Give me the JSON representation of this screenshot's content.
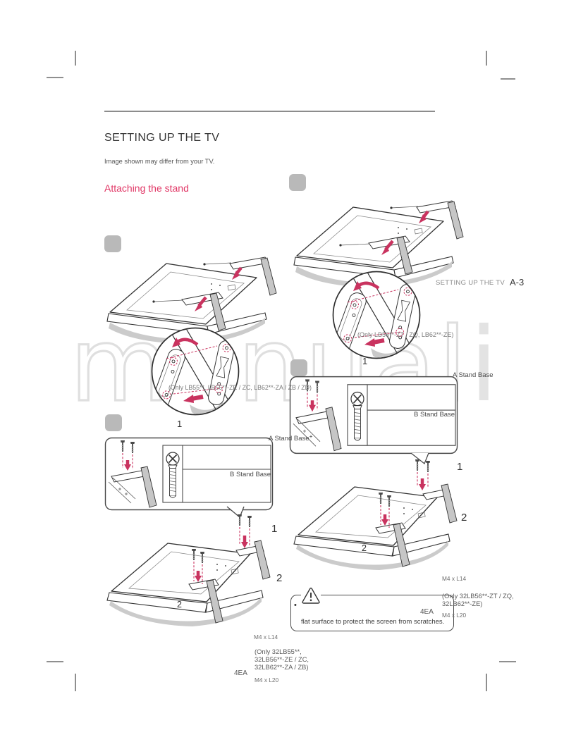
{
  "header": {
    "title": "SETTING UP THE TV",
    "subtitle": "Image shown may differ from your TV.",
    "section_heading": "Attaching the stand"
  },
  "page_ref": {
    "section": "SETTING UP THE TV",
    "page_number": "A-3"
  },
  "watermark": {
    "outline_text": "manual",
    "solid_text": "i"
  },
  "colors": {
    "heading_pink": "#e13766",
    "arrow_magenta": "#c9335f",
    "watermark_gray": "#e3e3e3",
    "placeholder_gray": "#b9b9b9"
  },
  "steps": {
    "left": {
      "callout_note": "(Only LB55**, LB56**-ZE / ZC, LB62**-ZA / ZB / ZD)",
      "callout_step": "1",
      "stand_base_a": "A Stand Base",
      "stand_base_b": "B Stand Base",
      "step1": "1",
      "step2": "2",
      "leg_mark": "2",
      "screw_spec_top": "M4 x L14",
      "model_note_lines": [
        "(Only 32LB55**,",
        "32LB56**-ZE / ZC,",
        "32LB62**-ZA / ZB)"
      ],
      "screw_qty": "4EA",
      "screw_spec_bottom": "M4 x L20"
    },
    "right": {
      "callout_note": "(Only LB56**-ZT / ZQ, LB62**-ZE)",
      "callout_step": "1",
      "stand_base_a": "A Stand Base",
      "stand_base_b": "B Stand Base",
      "step1": "1",
      "step2": "2",
      "leg_mark": "2",
      "screw_spec_top": "M4 x L14",
      "model_note_lines": [
        "(Only 32LB56**-ZT / ZQ,",
        "32LB62**-ZE)"
      ],
      "screw_qty": "4EA",
      "screw_spec_bottom": "M4 x L20"
    }
  },
  "note": {
    "bullet": "•",
    "warning_symbol": "!",
    "text": "flat surface to protect the screen from scratches."
  }
}
